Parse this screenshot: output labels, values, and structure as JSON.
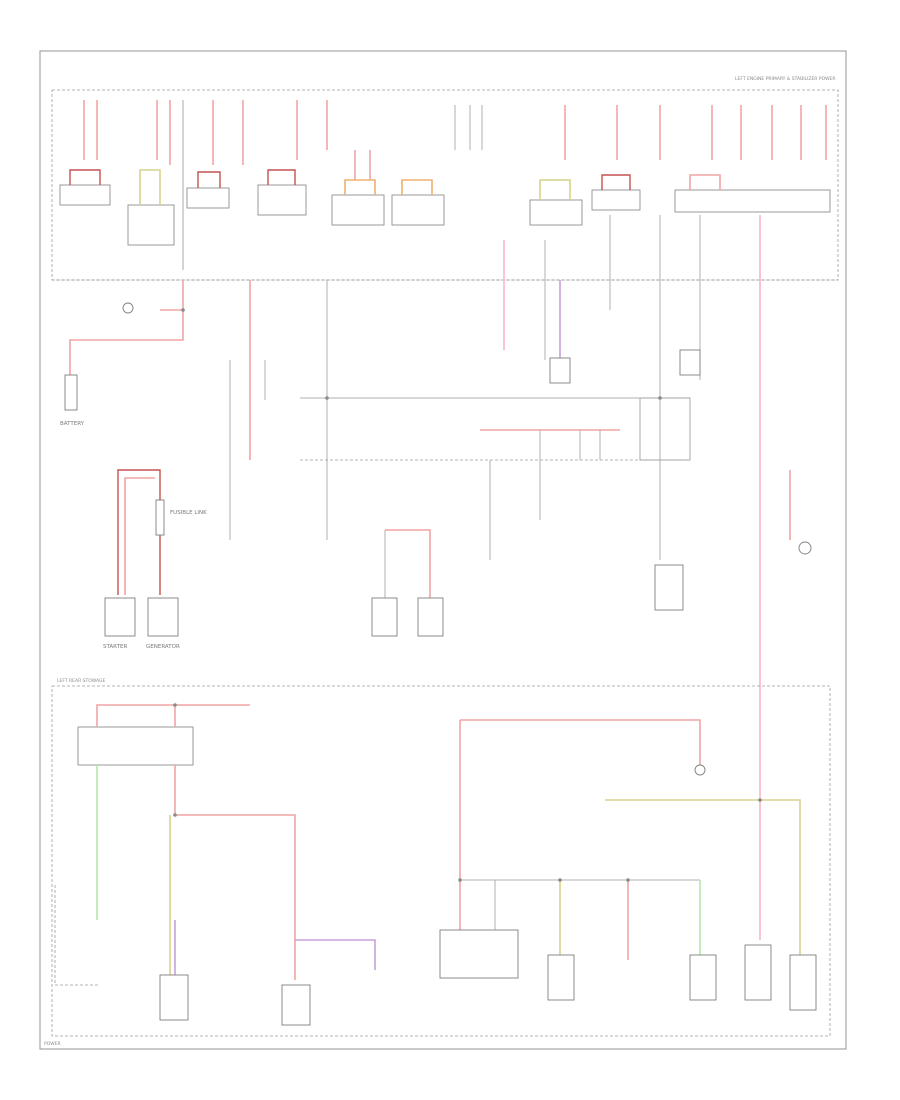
{
  "labels": {
    "top_right_header": "LEFT ENGINE PRIMARY & STABILIZER POWER",
    "battery": "BATTERY",
    "starter": "STARTER",
    "generator": "GENERATOR",
    "fusible_link": "FUSIBLE LINK",
    "left_rear_header": "LEFT REAR STOWAGE",
    "footer_code": "POWER"
  },
  "colors": {
    "wire_red": "#f2a3a3",
    "wire_red_dark": "#c45050",
    "wire_pink": "#f7b8c8",
    "wire_green": "#b8e6a8",
    "wire_yellow": "#d6d48a",
    "wire_violet": "#c8a0d8",
    "wire_orange": "#f0b070",
    "frame": "#a6a6a6"
  }
}
